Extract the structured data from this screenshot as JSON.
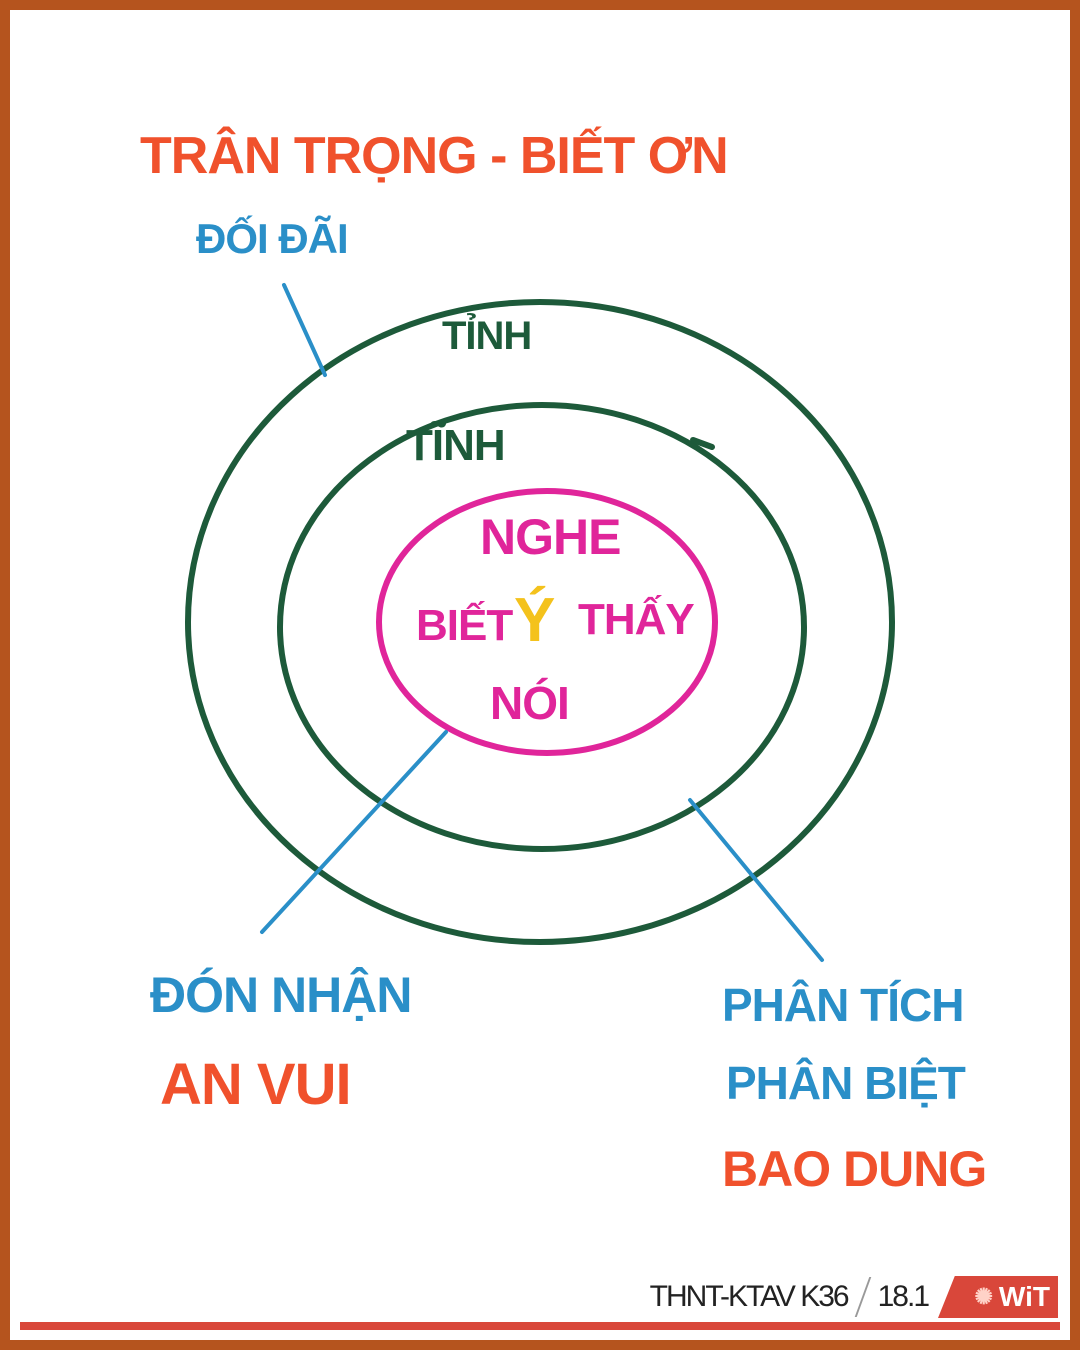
{
  "labels": {
    "top_title": "TRÂN TRỌNG - BIẾT ƠN",
    "top_sub": "ĐỐI ĐÃI",
    "outer_ring": "TỈNH",
    "middle_ring": "TĨNH",
    "center_top": "NGHE",
    "center_left": "BIẾT",
    "center_mid": "Ý",
    "center_right": "THẤY",
    "center_bottom": "NÓI",
    "bottom_left_blue": "ĐÓN NHẬN",
    "bottom_left_red": "AN VUI",
    "bottom_right_blue_1": "PHÂN TÍCH",
    "bottom_right_blue_2": "PHÂN BIỆT",
    "bottom_right_red": "BAO DUNG"
  },
  "footer": {
    "course": "THNT-KTAV K36",
    "page": "18.1",
    "logo": "WiT",
    "logo_icon": "sun-icon"
  },
  "colors": {
    "frame": "#b5541e",
    "red_text": "#f0512c",
    "blue_text": "#2a8fc8",
    "green_ring": "#1d5a3a",
    "pink_ring": "#e0259a",
    "yellow": "#f4c21c",
    "footer_red": "#d9473a"
  }
}
